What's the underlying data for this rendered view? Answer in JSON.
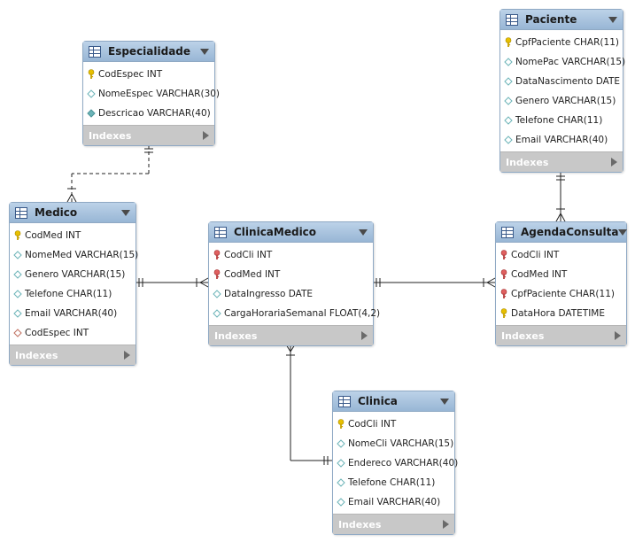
{
  "colors": {
    "header": "#a7c1dc",
    "indexes_bar": "#c8c8c8",
    "pk_key": "#e8c000",
    "fk_key": "#d05050",
    "column": "#6cb4b8",
    "fk_nullable": "#c07060"
  },
  "tables": {
    "especialidade": {
      "title": "Especialidade",
      "indexes": "Indexes",
      "columns": [
        {
          "name": "CodEspec INT",
          "icon": "pk-key-icon"
        },
        {
          "name": "NomeEspec VARCHAR(30)",
          "icon": "column-diamond-icon"
        },
        {
          "name": "Descricao VARCHAR(40)",
          "icon": "column-diamond-filled-icon"
        }
      ]
    },
    "paciente": {
      "title": "Paciente",
      "indexes": "Indexes",
      "columns": [
        {
          "name": "CpfPaciente CHAR(11)",
          "icon": "pk-key-icon"
        },
        {
          "name": "NomePac VARCHAR(15)",
          "icon": "column-diamond-icon"
        },
        {
          "name": "DataNascimento DATE",
          "icon": "column-diamond-icon"
        },
        {
          "name": "Genero VARCHAR(15)",
          "icon": "column-diamond-icon"
        },
        {
          "name": "Telefone CHAR(11)",
          "icon": "column-diamond-icon"
        },
        {
          "name": "Email VARCHAR(40)",
          "icon": "column-diamond-icon"
        }
      ]
    },
    "medico": {
      "title": "Medico",
      "indexes": "Indexes",
      "columns": [
        {
          "name": "CodMed INT",
          "icon": "pk-key-icon"
        },
        {
          "name": "NomeMed VARCHAR(15)",
          "icon": "column-diamond-icon"
        },
        {
          "name": "Genero VARCHAR(15)",
          "icon": "column-diamond-icon"
        },
        {
          "name": "Telefone CHAR(11)",
          "icon": "column-diamond-icon"
        },
        {
          "name": "Email VARCHAR(40)",
          "icon": "column-diamond-icon"
        },
        {
          "name": "CodEspec INT",
          "icon": "fk-diamond-icon"
        }
      ]
    },
    "clinicamedico": {
      "title": "ClinicaMedico",
      "indexes": "Indexes",
      "columns": [
        {
          "name": "CodCli INT",
          "icon": "fk-key-icon"
        },
        {
          "name": "CodMed INT",
          "icon": "fk-key-icon"
        },
        {
          "name": "DataIngresso DATE",
          "icon": "column-diamond-icon"
        },
        {
          "name": "CargaHorariaSemanal FLOAT(4,2)",
          "icon": "column-diamond-icon"
        }
      ]
    },
    "agendaconsulta": {
      "title": "AgendaConsulta",
      "indexes": "Indexes",
      "columns": [
        {
          "name": "CodCli INT",
          "icon": "fk-key-icon"
        },
        {
          "name": "CodMed INT",
          "icon": "fk-key-icon"
        },
        {
          "name": "CpfPaciente CHAR(11)",
          "icon": "fk-key-icon"
        },
        {
          "name": "DataHora DATETIME",
          "icon": "pk-key-icon"
        }
      ]
    },
    "clinica": {
      "title": "Clinica",
      "indexes": "Indexes",
      "columns": [
        {
          "name": "CodCli INT",
          "icon": "pk-key-icon"
        },
        {
          "name": "NomeCli VARCHAR(15)",
          "icon": "column-diamond-icon"
        },
        {
          "name": "Endereco VARCHAR(40)",
          "icon": "column-diamond-icon"
        },
        {
          "name": "Telefone CHAR(11)",
          "icon": "column-diamond-icon"
        },
        {
          "name": "Email VARCHAR(40)",
          "icon": "column-diamond-icon"
        }
      ]
    }
  },
  "relationships": [
    {
      "from": "especialidade",
      "to": "medico",
      "style": "dashed",
      "from_end": "one",
      "to_end": "many"
    },
    {
      "from": "paciente",
      "to": "agendaconsulta",
      "style": "solid",
      "from_end": "one",
      "to_end": "many"
    },
    {
      "from": "medico",
      "to": "clinicamedico",
      "style": "solid",
      "from_end": "one",
      "to_end": "many"
    },
    {
      "from": "clinicamedico",
      "to": "agendaconsulta",
      "style": "solid",
      "from_end": "one",
      "to_end": "many"
    },
    {
      "from": "clinica",
      "to": "clinicamedico",
      "style": "solid",
      "from_end": "one",
      "to_end": "many"
    }
  ]
}
